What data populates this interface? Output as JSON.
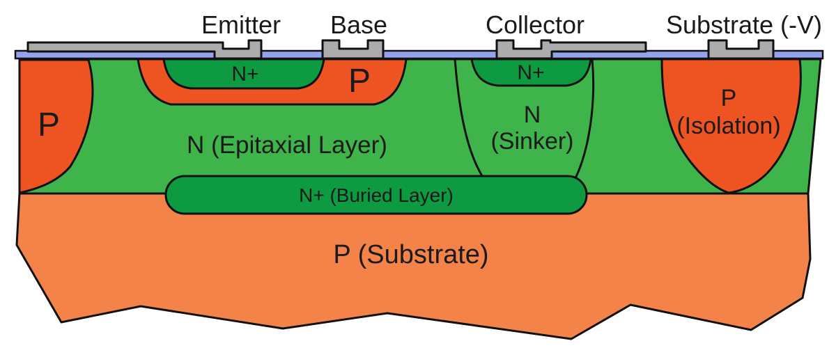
{
  "diagram": {
    "type": "semiconductor-cross-section",
    "subject": "Bipolar junction transistor (integrated circuit cross-section)",
    "terminals": {
      "emitter": "Emitter",
      "base": "Base",
      "collector": "Collector",
      "substrate_contact": "Substrate (-V)"
    },
    "regions": {
      "left_isolation_p": "P",
      "emitter_nplus": "N+",
      "base_p": "P",
      "collector_nplus": "N+",
      "sinker_line1": "N",
      "sinker_line2": "(Sinker)",
      "isolation_line1": "P",
      "isolation_line2": "(Isolation)",
      "epitaxial": "N (Epitaxial Layer)",
      "buried_layer": "N+ (Buried Layer)",
      "substrate": "P (Substrate)"
    },
    "colors": {
      "p_well": "#EE5322",
      "p_substrate": "#F4834A",
      "n_epitaxial": "#3FB44A",
      "n_plus": "#0D9A40",
      "oxide": "#93A3EE",
      "metal": "#ACACAC",
      "outline": "#111111",
      "background": "#FFFFFF"
    }
  }
}
